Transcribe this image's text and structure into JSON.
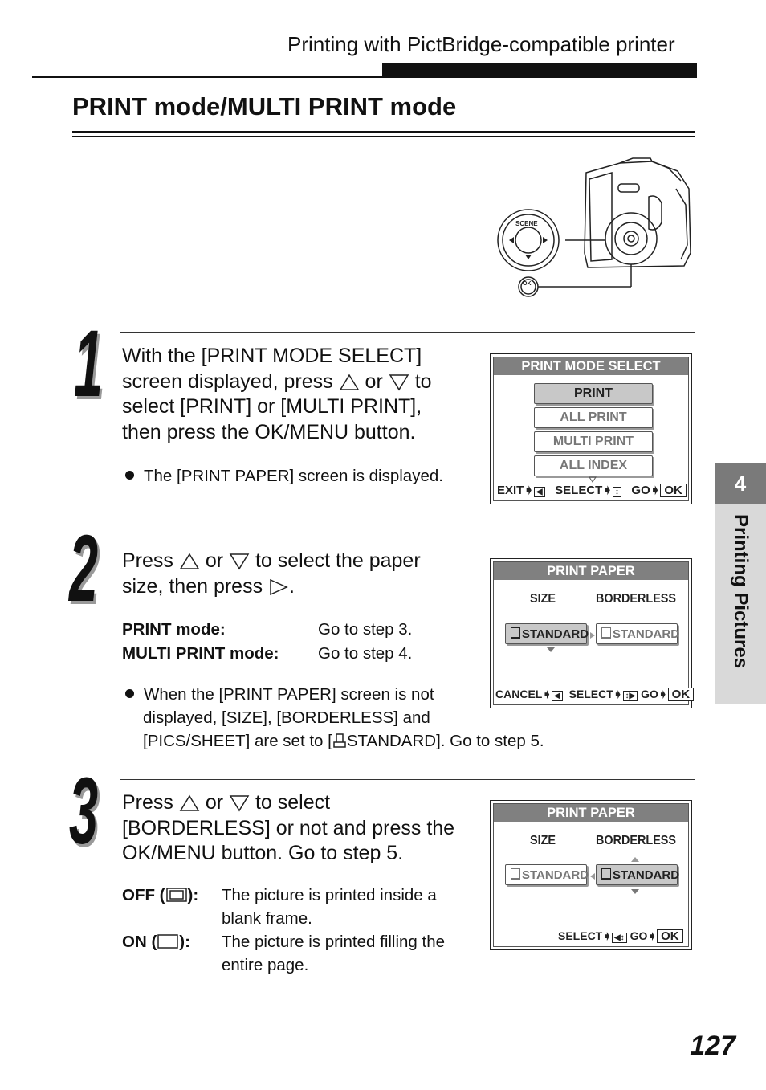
{
  "header": {
    "section_title": "Printing with PictBridge-compatible printer"
  },
  "page_title": "PRINT mode/MULTI PRINT mode",
  "camera_illustration": {
    "dial_labels": [
      "SCENE",
      "OK"
    ]
  },
  "steps": [
    {
      "number": "1",
      "text_parts": [
        "With the [PRINT MODE SELECT] screen displayed, press ",
        " or ",
        " to select [PRINT] or [MULTI PRINT], then press the OK/MENU button."
      ],
      "lines": [
        "With the [PRINT MODE SELECT]",
        "screen displayed, press",
        "or",
        "to",
        "select [PRINT] or [MULTI PRINT],",
        "then press the OK/MENU button."
      ],
      "bullet": "The [PRINT PAPER] screen is displayed.",
      "screen": {
        "title": "PRINT MODE SELECT",
        "items": [
          "PRINT",
          "ALL PRINT",
          "MULTI PRINT",
          "ALL INDEX"
        ],
        "selected": "PRINT",
        "footer": {
          "exit": "EXIT",
          "select": "SELECT",
          "go": "GO",
          "ok": "OK"
        }
      }
    },
    {
      "number": "2",
      "lines": [
        "Press",
        "or",
        "to select the paper",
        "size, then press",
        "."
      ],
      "modes": [
        {
          "label": "PRINT mode:",
          "value": "Go to step 3."
        },
        {
          "label": "MULTI PRINT mode:",
          "value": "Go to step 4."
        }
      ],
      "bullet_lines": [
        "When the [PRINT PAPER] screen is not",
        "displayed, [SIZE], [BORDERLESS] and",
        "[PICS/SHEET] are set to [",
        "STANDARD]. Go to step 5."
      ],
      "screen": {
        "title": "PRINT PAPER",
        "col1": "SIZE",
        "col2": "BORDERLESS",
        "opt1": "STANDARD",
        "opt2": "STANDARD",
        "footer": {
          "cancel": "CANCEL",
          "select": "SELECT",
          "go": "GO",
          "ok": "OK"
        }
      }
    },
    {
      "number": "3",
      "lines": [
        "Press",
        "or",
        "to select",
        "[BORDERLESS] or not and press the",
        "OK/MENU button. Go to step 5."
      ],
      "options": [
        {
          "label_pre": "OFF (",
          "label_post": "):",
          "value_lines": [
            "The picture is printed inside a",
            "blank frame."
          ]
        },
        {
          "label_pre": "ON (",
          "label_post": "):",
          "value_lines": [
            "The picture is printed filling the",
            "entire page."
          ]
        }
      ],
      "screen": {
        "title": "PRINT PAPER",
        "col1": "SIZE",
        "col2": "BORDERLESS",
        "opt1": "STANDARD",
        "opt2": "STANDARD",
        "footer": {
          "select": "SELECT",
          "go": "GO",
          "ok": "OK"
        }
      }
    }
  ],
  "side_tab": {
    "number": "4",
    "label": "Printing Pictures"
  },
  "page_number": "127",
  "colors": {
    "tab_bg": "#d9d9d9",
    "tab_number_bg": "#7a7a7a",
    "lcd_header": "#808080",
    "selected_item": "#c8c8c8"
  }
}
